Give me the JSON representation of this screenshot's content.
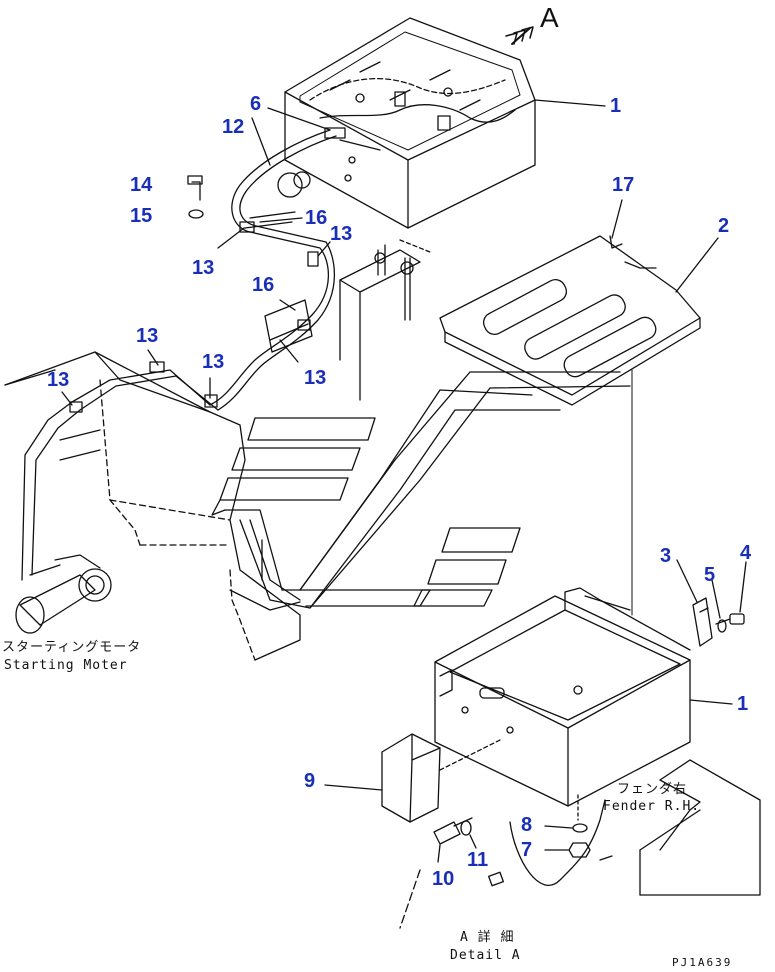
{
  "view_label": "A",
  "callouts": {
    "c1_top": "1",
    "c1_bottom": "1",
    "c2": "2",
    "c3": "3",
    "c4": "4",
    "c5": "5",
    "c6": "6",
    "c7": "7",
    "c8": "8",
    "c9": "9",
    "c10": "10",
    "c11": "11",
    "c12": "12",
    "c13_a": "13",
    "c13_b": "13",
    "c13_c": "13",
    "c13_d": "13",
    "c13_e": "13",
    "c13_f": "13",
    "c14": "14",
    "c15": "15",
    "c16_a": "16",
    "c16_b": "16",
    "c17": "17"
  },
  "notes": {
    "starting_motor_jp": "スターティングモータ",
    "starting_motor_en": "Starting Moter",
    "fender_jp": "フェンダ右",
    "fender_en": "Fender R.H.",
    "detail_jp": "A 詳 細",
    "detail_en": "Detail A",
    "drawing_code": "PJ1A639"
  },
  "colors": {
    "callout": "#1a2fb8",
    "line": "#111111"
  }
}
